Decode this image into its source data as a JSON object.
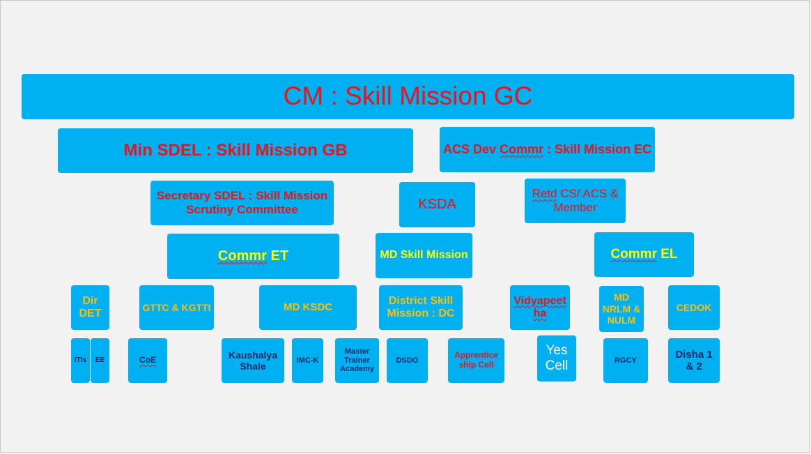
{
  "org_chart": {
    "top": "CM : Skill Mission GC",
    "level2": {
      "min_sdel": "Min SDEL : Skill Mission GB",
      "acs_prefix": "ACS Dev ",
      "acs_commr": "Commr",
      "acs_suffix": " : Skill Mission EC"
    },
    "level3": {
      "secretary": "Secretary SDEL : Skill Mission Scrutiny Committee",
      "ksda": "KSDA",
      "retd_retd": "Retd",
      "retd_rest": " CS/ ACS & Member"
    },
    "level4": {
      "commr_et_word": "Commr",
      "commr_et_suffix": " ET",
      "md_skill_mission": "MD Skill Mission",
      "commr_el_word": "Commr",
      "commr_el_suffix": " EL"
    },
    "level5": {
      "dir_det": "Dir DET",
      "gttc_kgtti": "GTTC & KGTTI",
      "md_ksdc": "MD KSDC",
      "district_skill_mission": "District Skill Mission : DC",
      "vidyapeetha": "Vidyapeetha",
      "md_nrlm_nulm": "MD NRLM & NULM",
      "cedok": "CEDOK"
    },
    "level6": {
      "itis": "ITIs",
      "ee": "EE",
      "coe": "CoE",
      "kaushalya_shale": "Kaushalya Shale",
      "imck": "IMC-K",
      "master_trainer_academy": "Master Trainer Academy",
      "dsdo": "DSDO",
      "apprenticeship_cell": "Apprentice ship Cell",
      "yes_cell": "Yes Cell",
      "rgcy": "RGCY",
      "disha": "Disha 1 & 2"
    }
  },
  "colors": {
    "box_fill": "#00b0f0",
    "red_text": "#e8141e",
    "yellow_text": "#ffff00",
    "gold_text": "#ffc000",
    "navy_text": "#1f2a6b",
    "white_text": "#ffffff",
    "background": "#f2f2f2"
  }
}
